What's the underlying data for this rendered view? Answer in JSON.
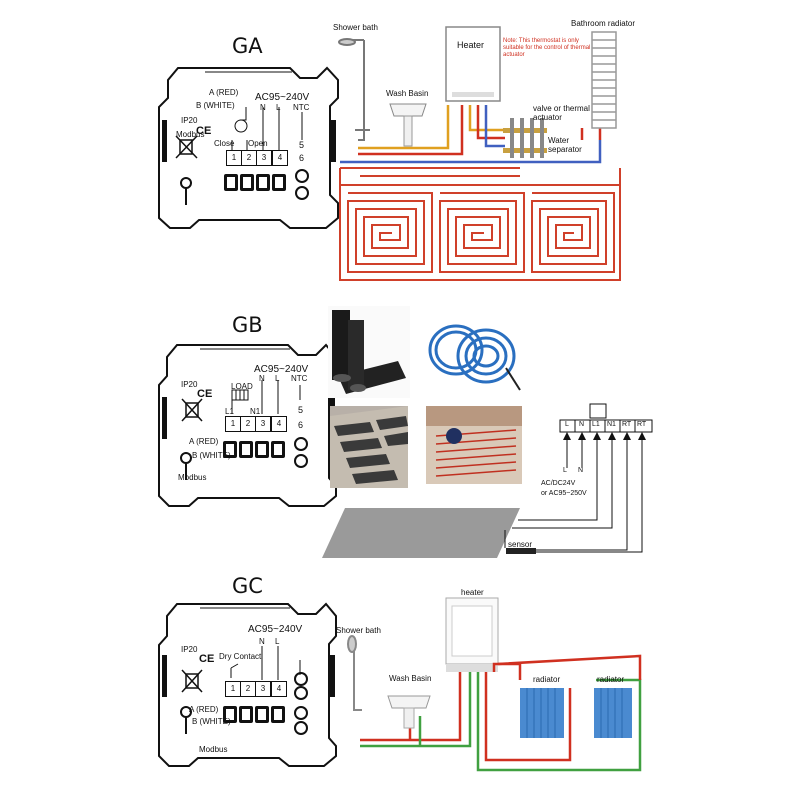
{
  "ga": {
    "title": "GA",
    "wire_a": "A (RED)",
    "wire_b": "B (WHITE)",
    "ip": "IP20",
    "ce": "CE",
    "modbus": "Modbus",
    "voltage": "AC95~240V",
    "n": "N",
    "l": "L",
    "ntc": "NTC",
    "close": "Close",
    "open": "Open",
    "terminals": [
      "1",
      "2",
      "3",
      "4"
    ],
    "ntc_terms": [
      "5",
      "6"
    ],
    "labels": {
      "shower": "Shower bath",
      "heater": "Heater",
      "radiator": "Bathroom radiator",
      "note": "Note: This thermostat is only suitable for the control of thermal actuator",
      "basin": "Wash Basin",
      "valve": "valve or thermal actuator",
      "separator": "Water separator"
    }
  },
  "gb": {
    "title": "GB",
    "voltage": "AC95~240V",
    "ip": "IP20",
    "ce": "CE",
    "load": "LOAD",
    "n": "N",
    "l": "L",
    "ntc": "NTC",
    "l1": "L1",
    "n1": "N1",
    "terminals": [
      "1",
      "2",
      "3",
      "4"
    ],
    "ntc_terms": [
      "5",
      "6"
    ],
    "wire_a": "A (RED)",
    "wire_b": "B (WHITE)",
    "modbus": "Modbus",
    "block": [
      "L",
      "N",
      "L1",
      "N1",
      "RT",
      "RT"
    ],
    "supply": "AC/DC24V",
    "supply2": "or  AC95~250V",
    "sensor": "sensor",
    "bottom_l": "L",
    "bottom_n": "N"
  },
  "gc": {
    "title": "GC",
    "voltage": "AC95~240V",
    "n": "N",
    "l": "L",
    "ip": "IP20",
    "ce": "CE",
    "dry": "Dry Contact",
    "terminals": [
      "1",
      "2",
      "3",
      "4"
    ],
    "wire_a": "A (RED)",
    "wire_b": "B (WHITE)",
    "modbus": "Modbus",
    "labels": {
      "heater": "heater",
      "shower": "Shower bath",
      "basin": "Wash Basin",
      "radiator1": "radiator",
      "radiator2": "radiator"
    }
  }
}
